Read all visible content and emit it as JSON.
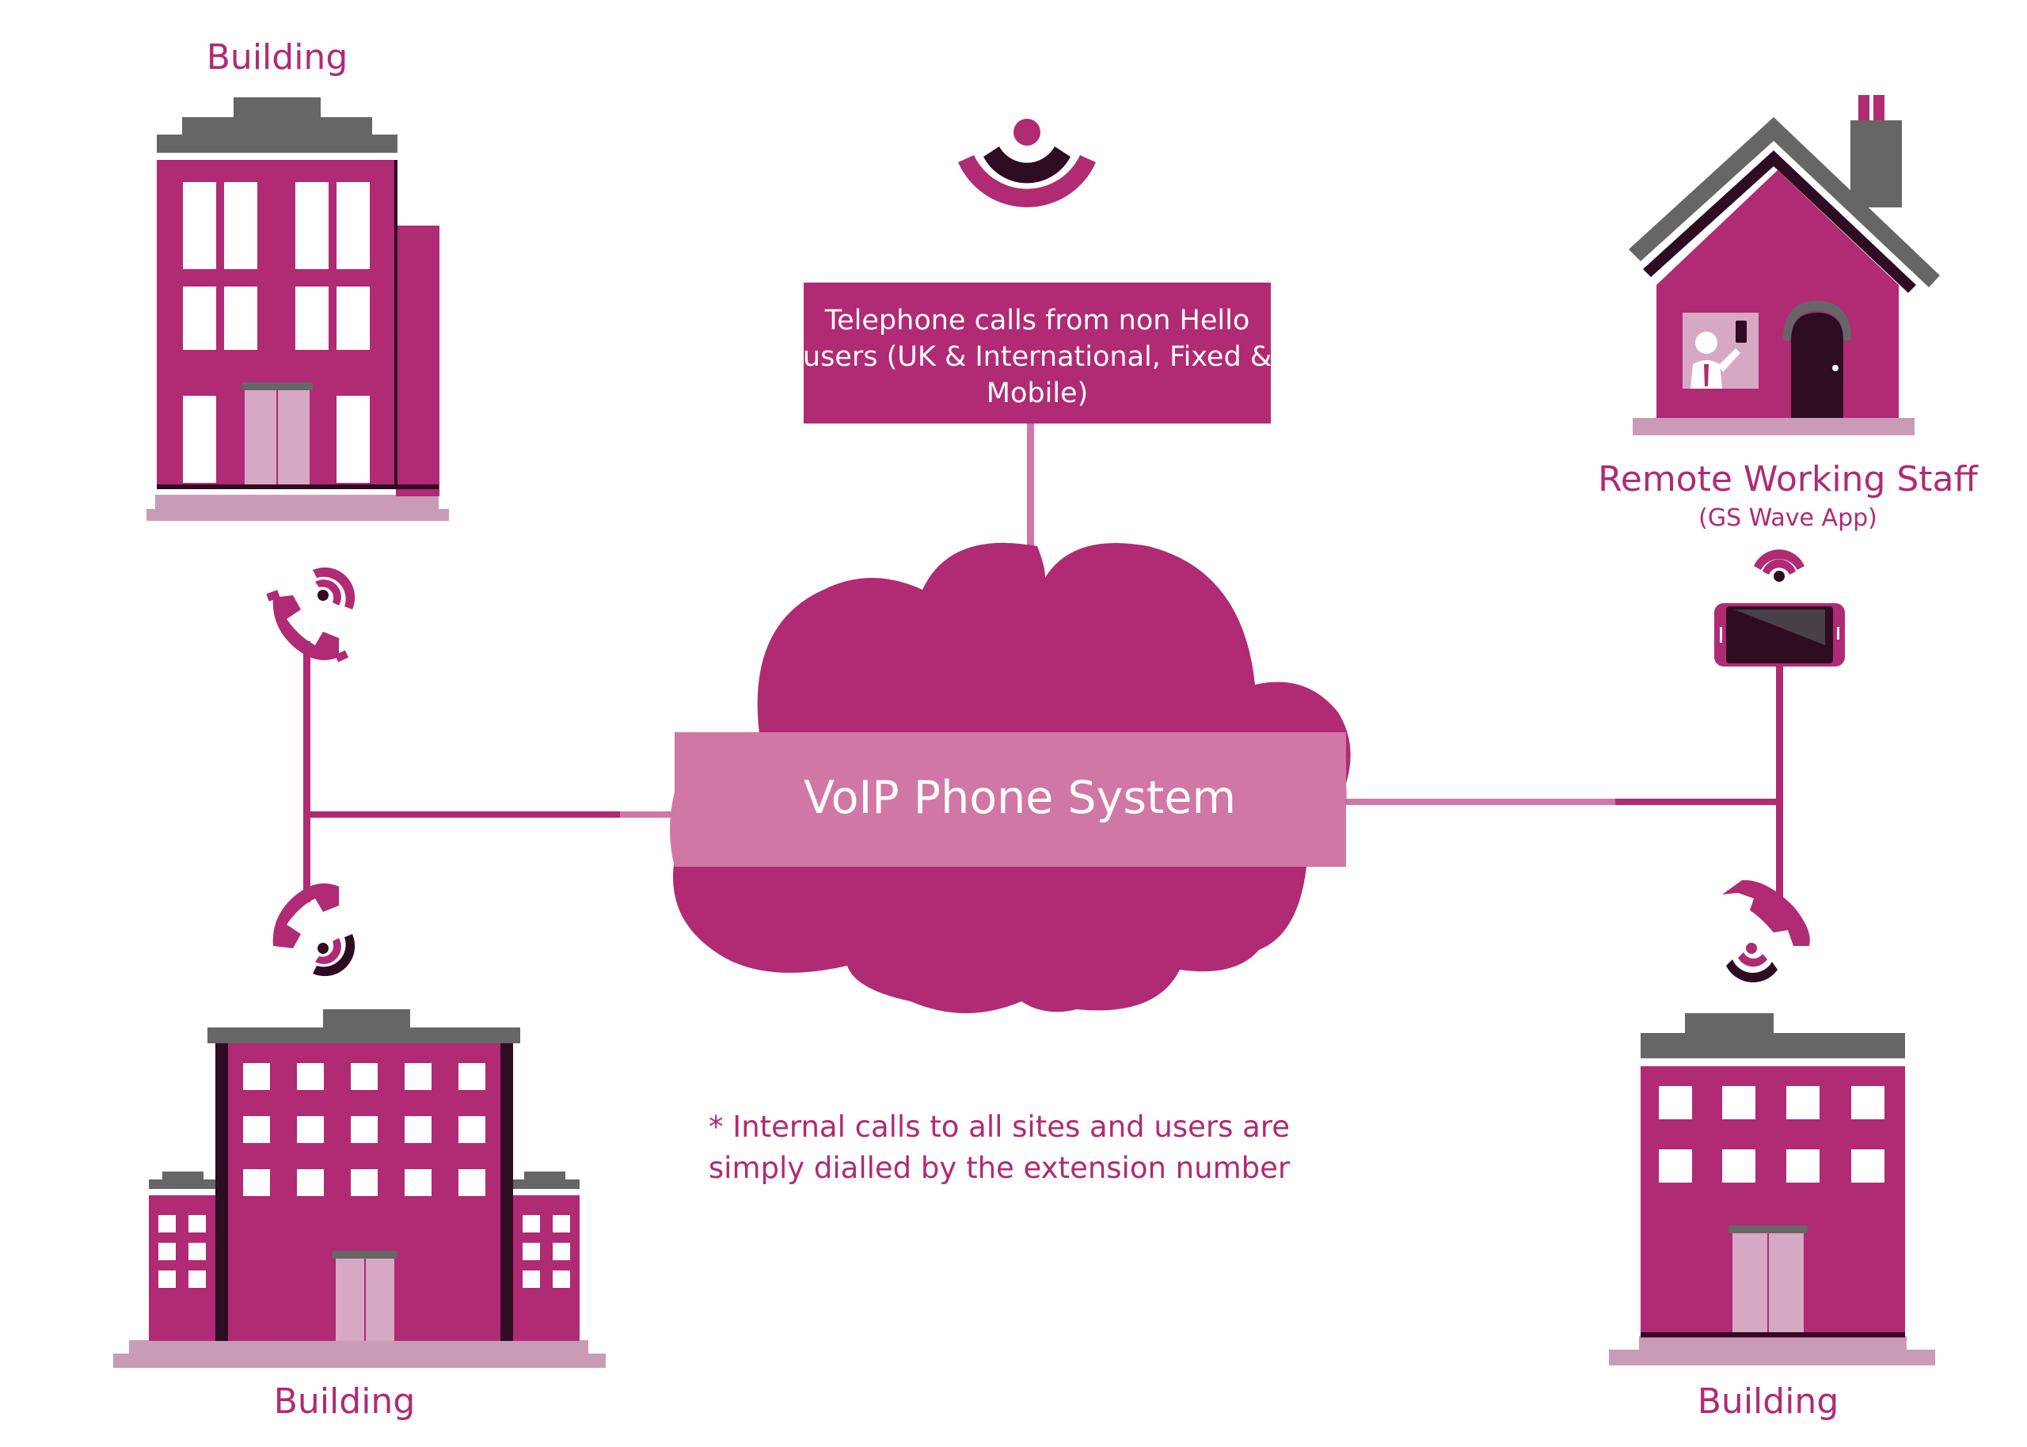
{
  "labels": {
    "building_top_left": "Building",
    "building_bottom_left": "Building",
    "building_bottom_right": "Building",
    "remote_title": "Remote Working Staff",
    "remote_subtitle": "(GS Wave App)"
  },
  "external_box": {
    "line1": "Telephone calls from non Hello",
    "line2": "users (UK & International, Fixed &",
    "line3": "Mobile)"
  },
  "cloud": {
    "title": "VoIP Phone System"
  },
  "note": {
    "line1": "* Internal calls to all sites and users are",
    "line2": "simply dialled by the extension number"
  },
  "colors": {
    "primary": "#b02a74",
    "light": "#d077a5",
    "pale": "#c99bb7",
    "door": "#d6a8c4",
    "dark": "#2e0c22",
    "grey": "#666666"
  }
}
